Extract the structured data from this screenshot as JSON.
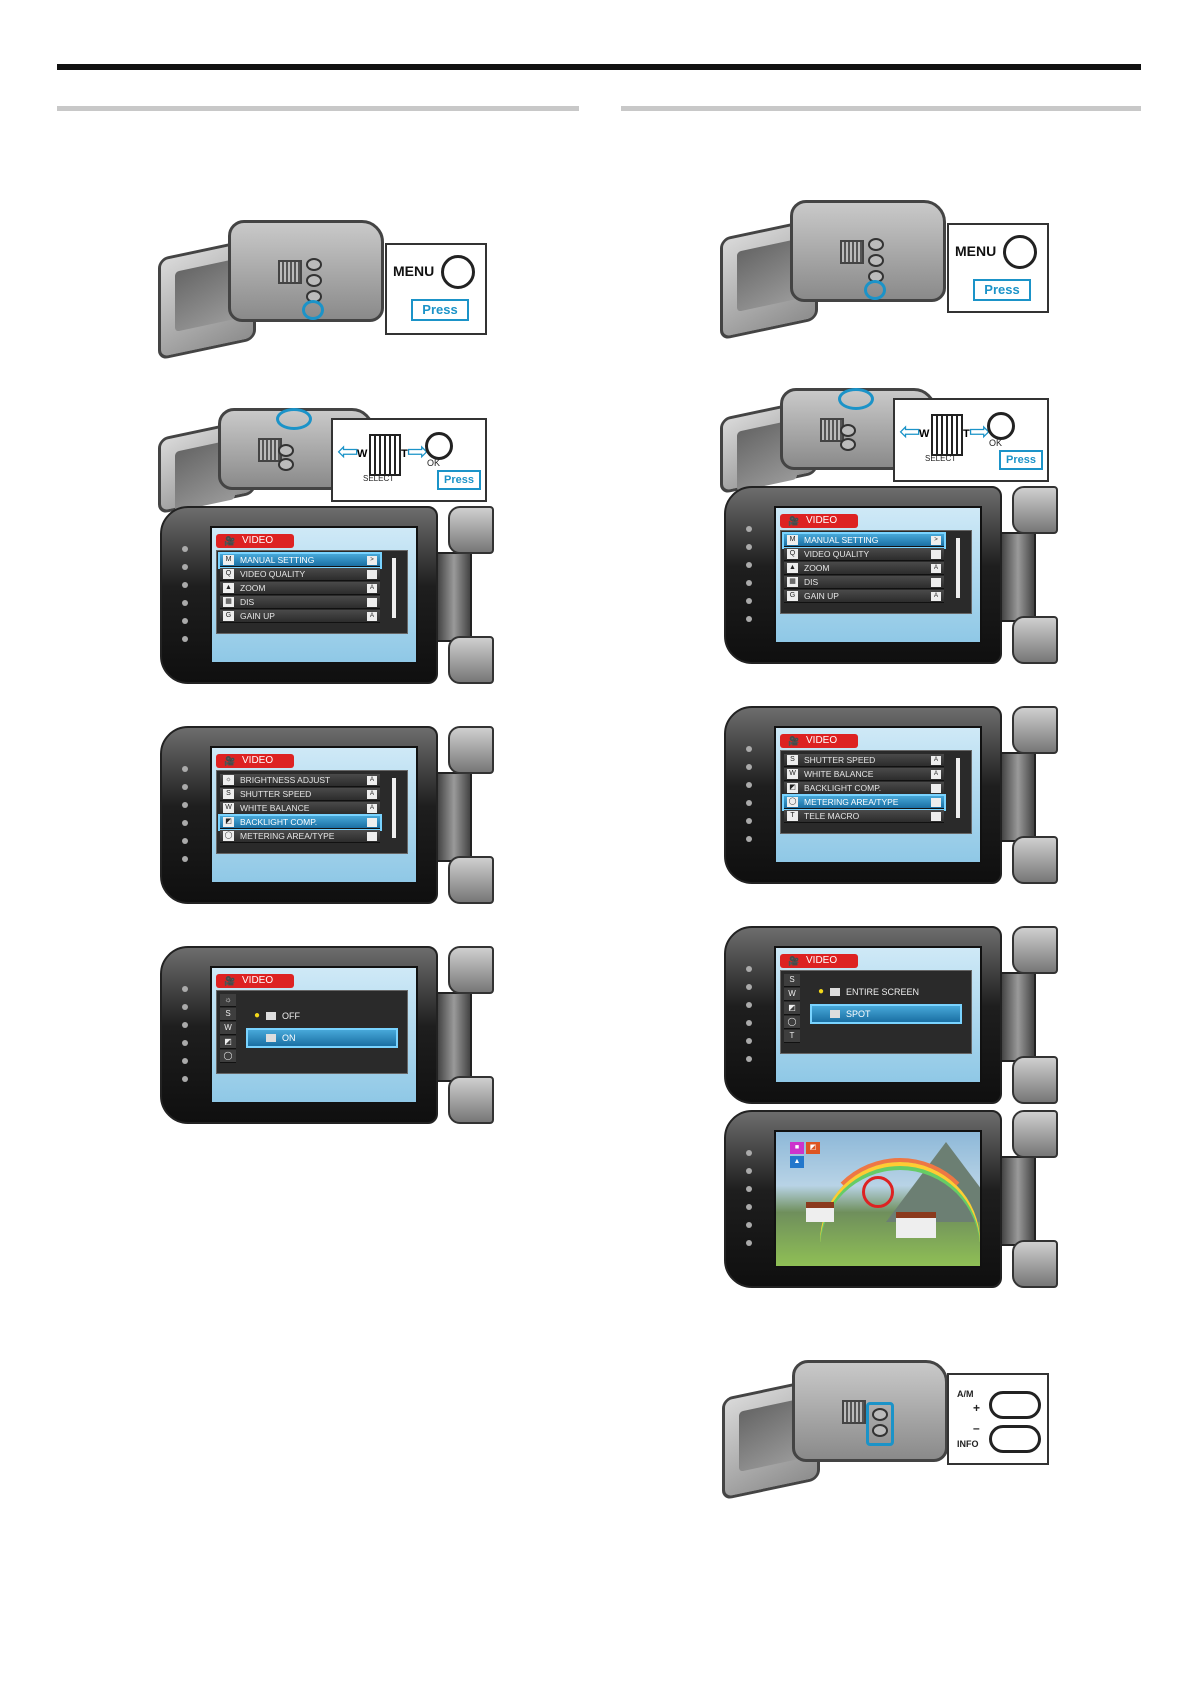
{
  "callouts": {
    "menu_label": "MENU",
    "press_label": "Press",
    "zoom_w": "W",
    "zoom_t": "T",
    "select_label": "SELECT",
    "ok_label": "OK",
    "am_label": "A/M",
    "plus_label": "+",
    "minus_label": "–",
    "info_label": "INFO"
  },
  "left_column": {
    "menu1": {
      "tab": "VIDEO",
      "items": [
        {
          "label": "MANUAL SETTING",
          "tag": ">",
          "highlighted": true
        },
        {
          "label": "VIDEO QUALITY",
          "tag": "",
          "highlighted": false
        },
        {
          "label": "ZOOM",
          "tag": "A",
          "highlighted": false
        },
        {
          "label": "DIS",
          "tag": "",
          "highlighted": false
        },
        {
          "label": "GAIN UP",
          "tag": "A",
          "highlighted": false
        }
      ]
    },
    "menu2": {
      "tab": "VIDEO",
      "items": [
        {
          "label": "BRIGHTNESS ADJUST",
          "tag": "A",
          "highlighted": false
        },
        {
          "label": "SHUTTER SPEED",
          "tag": "A",
          "highlighted": false
        },
        {
          "label": "WHITE BALANCE",
          "tag": "A",
          "highlighted": false
        },
        {
          "label": "BACKLIGHT COMP.",
          "tag": "",
          "highlighted": true
        },
        {
          "label": "METERING AREA/TYPE",
          "tag": "",
          "highlighted": false
        }
      ]
    },
    "menu3": {
      "tab": "VIDEO",
      "options": [
        {
          "label": "OFF",
          "current": true,
          "highlighted": false
        },
        {
          "label": "ON",
          "current": false,
          "highlighted": true
        }
      ]
    }
  },
  "right_column": {
    "menu1": {
      "tab": "VIDEO",
      "items": [
        {
          "label": "MANUAL SETTING",
          "tag": ">",
          "highlighted": true
        },
        {
          "label": "VIDEO QUALITY",
          "tag": "",
          "highlighted": false
        },
        {
          "label": "ZOOM",
          "tag": "A",
          "highlighted": false
        },
        {
          "label": "DIS",
          "tag": "",
          "highlighted": false
        },
        {
          "label": "GAIN UP",
          "tag": "A",
          "highlighted": false
        }
      ]
    },
    "menu2": {
      "tab": "VIDEO",
      "items": [
        {
          "label": "SHUTTER SPEED",
          "tag": "A",
          "highlighted": false
        },
        {
          "label": "WHITE BALANCE",
          "tag": "A",
          "highlighted": false
        },
        {
          "label": "BACKLIGHT COMP.",
          "tag": "",
          "highlighted": false
        },
        {
          "label": "METERING AREA/TYPE",
          "tag": "",
          "highlighted": true
        },
        {
          "label": "TELE MACRO",
          "tag": "",
          "highlighted": false
        }
      ]
    },
    "menu3": {
      "tab": "VIDEO",
      "options": [
        {
          "label": "ENTIRE SCREEN",
          "current": true,
          "highlighted": false
        },
        {
          "label": "SPOT",
          "current": false,
          "highlighted": true
        }
      ]
    }
  },
  "colors": {
    "accent": "#1b93c8",
    "tab_red": "#dd2222",
    "highlight": "#47a8d9"
  }
}
